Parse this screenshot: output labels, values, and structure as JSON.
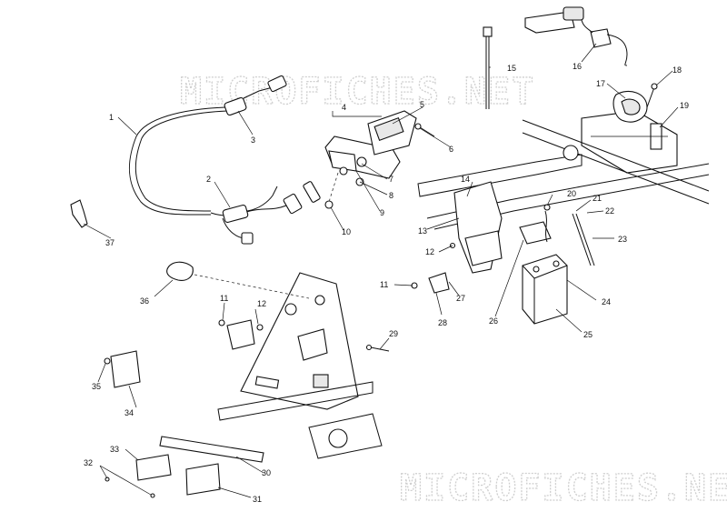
{
  "watermarks": [
    "MICROFICHES.NET",
    "MICROFICHES.NET"
  ],
  "callouts": {
    "c1": "1",
    "c2": "2",
    "c3": "3",
    "c4": "4",
    "c5": "5",
    "c6": "6",
    "c7": "7",
    "c8": "8",
    "c9": "9",
    "c10": "10",
    "c11a": "11",
    "c11b": "11",
    "c12a": "12",
    "c12b": "12",
    "c13": "13",
    "c14": "14",
    "c15": "15",
    "c16": "16",
    "c17": "17",
    "c18": "18",
    "c19": "19",
    "c20": "20",
    "c21": "21",
    "c22": "22",
    "c23": "23",
    "c24": "24",
    "c25": "25",
    "c26": "26",
    "c27": "27",
    "c28": "28",
    "c29": "29",
    "c30": "30",
    "c31": "31",
    "c32": "32",
    "c33": "33",
    "c34": "34",
    "c35": "35",
    "c36": "36",
    "c37": "37"
  }
}
